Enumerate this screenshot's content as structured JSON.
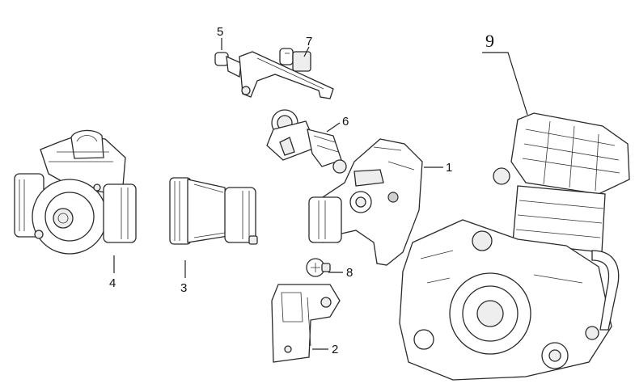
{
  "diagram": {
    "callouts": [
      "1",
      "2",
      "3",
      "4",
      "5",
      "6",
      "7",
      "8",
      "9"
    ]
  }
}
